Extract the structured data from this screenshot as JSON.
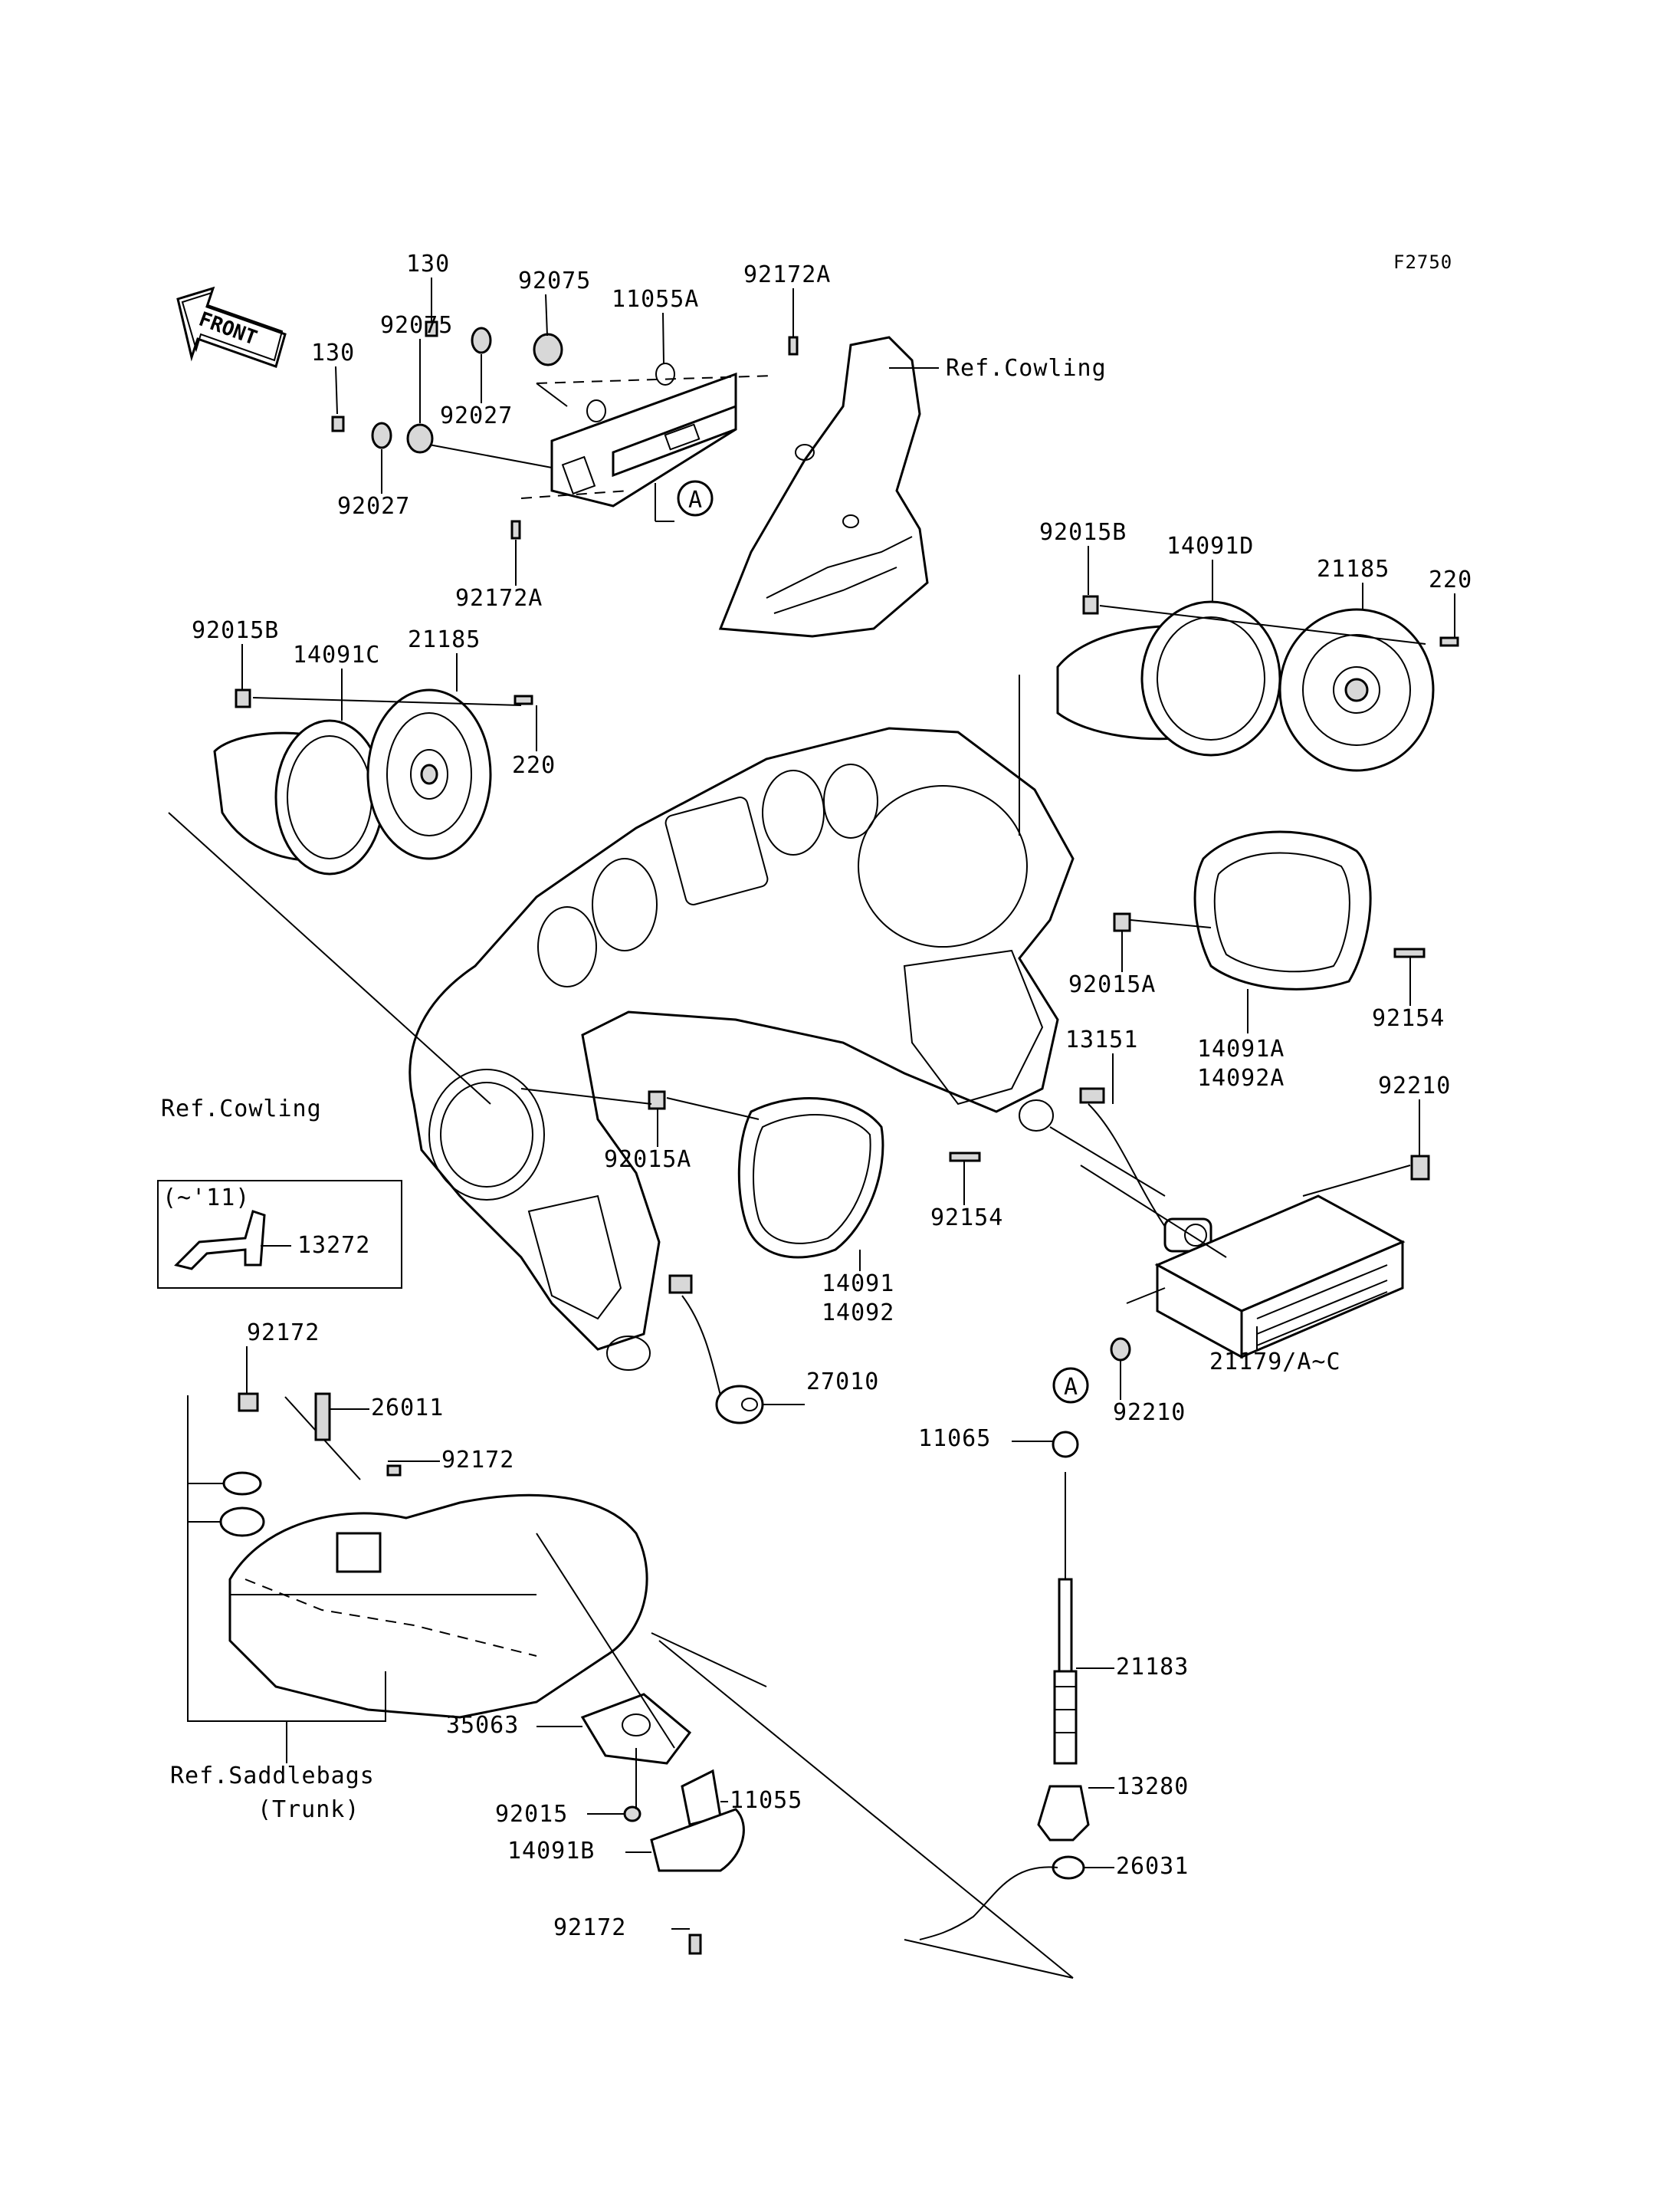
{
  "figure_code": "F2750",
  "front_arrow_label": "FRONT",
  "ref_labels": {
    "cowling_top": "Ref.Cowling",
    "cowling_left": "Ref.Cowling",
    "saddlebags_line1": "Ref.Saddlebags",
    "saddlebags_line2": "(Trunk)"
  },
  "inset": {
    "caption": "(~'11)",
    "part": "13272"
  },
  "callouts": {
    "a_ref_1": "A",
    "a_ref_2": "A"
  },
  "parts": {
    "p130_top": "130",
    "p130_left": "130",
    "p92075_top": "92075",
    "p92075_left": "92075",
    "p92027_right": "92027",
    "p92027_left": "92027",
    "p11055A": "11055A",
    "p92172A_top": "92172A",
    "p92172A_bottom": "92172A",
    "p92015B_right": "92015B",
    "p14091D": "14091D",
    "p21185_right": "21185",
    "p220_right": "220",
    "p92015B_left": "92015B",
    "p14091C": "14091C",
    "p21185_left": "21185",
    "p220_left": "220",
    "p92015A_right": "92015A",
    "p92154_right": "92154",
    "p14091A": "14091A",
    "p14092A": "14092A",
    "p13151": "13151",
    "p92210_top": "92210",
    "p92015A_left": "92015A",
    "p92154_left": "92154",
    "p14091": "14091",
    "p14092": "14092",
    "p21179": "21179/A~C",
    "p92210_bottom": "92210",
    "p27010": "27010",
    "p92172_a": "92172",
    "p26011": "26011",
    "p92172_b": "92172",
    "p11065": "11065",
    "p21183": "21183",
    "p35063": "35063",
    "p13280": "13280",
    "p92015": "92015",
    "p11055": "11055",
    "p14091B": "14091B",
    "p26031": "26031",
    "p92172_c": "92172"
  }
}
